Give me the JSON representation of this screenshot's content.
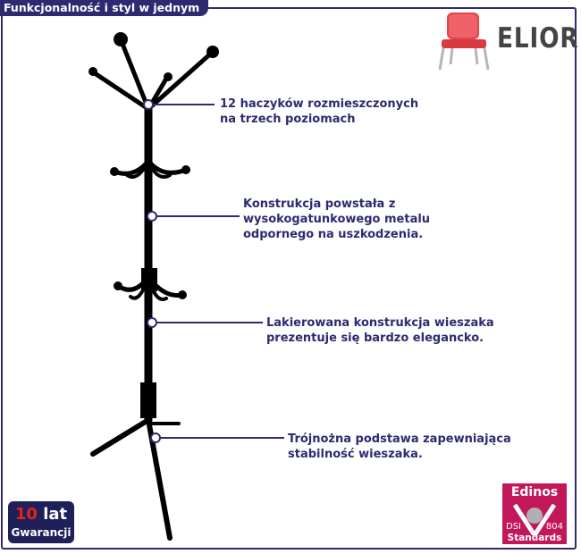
{
  "header": {
    "title": "Funkcjonalność i styl w jednym"
  },
  "logo": {
    "brand": "ELIOR"
  },
  "features": [
    {
      "text": "12 haczyków rozmieszczonych\nna trzech poziomach"
    },
    {
      "text": "Konstrukcja powstała z\nwysokogatunkowego metalu\nodpornego na uszkodzenia."
    },
    {
      "text": "Lakierowana konstrukcja wieszaka\nprezentuje się bardzo elegancko."
    },
    {
      "text": "Trójnożna podstawa zapewniająca\nstabilność wieszaka."
    }
  ],
  "warranty": {
    "years": "10",
    "years_unit": "lat",
    "label": "Gwarancji"
  },
  "certificate": {
    "brand": "Edinos",
    "left_code": "DSI",
    "number": "804",
    "label": "Standards"
  },
  "colors": {
    "accent": "#2d2a70",
    "certificate": "#c2185b",
    "warranty": "#1f1f5a"
  }
}
